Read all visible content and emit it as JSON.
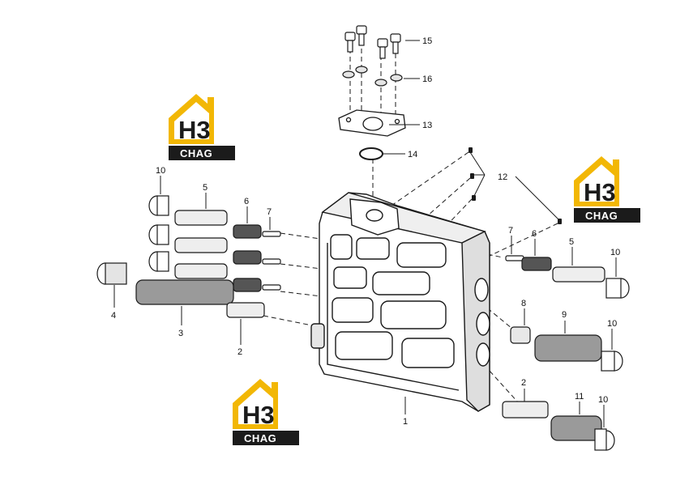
{
  "callouts": {
    "c1": "1",
    "c2a": "2",
    "c2b": "2",
    "c3": "3",
    "c4": "4",
    "c5a": "5",
    "c5b": "5",
    "c6a": "6",
    "c6b": "6",
    "c7a": "7",
    "c7b": "7",
    "c8": "8",
    "c9": "9",
    "c10a": "10",
    "c10b": "10",
    "c10c": "10",
    "c10d": "10",
    "c11": "11",
    "c12": "12",
    "c13": "13",
    "c14": "14",
    "c15": "15",
    "c16": "16"
  },
  "logo": {
    "mark": "H3",
    "word": "CHAG",
    "colors": {
      "yellow": "#f2b705",
      "dark": "#1b1b1b"
    }
  },
  "colors": {
    "line": "#1a1a1a",
    "fill": "#ffffff",
    "shade": "#d8d8d8"
  }
}
